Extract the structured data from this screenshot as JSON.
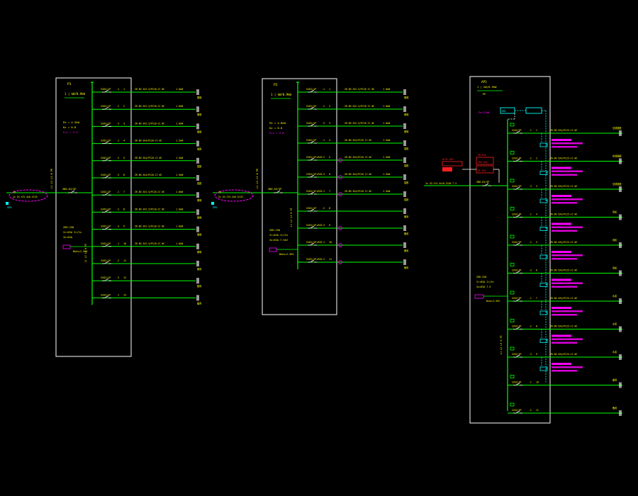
{
  "colors": {
    "background": "#000000",
    "frame": "#ffffff",
    "bus": "#00ff00",
    "feeder": "#00ff00",
    "text": "#ffff00",
    "magenta": "#ff00ff",
    "cyan": "#00ffff",
    "red": "#ff2020",
    "white": "#ffffff"
  },
  "panels": [
    {
      "id": "p1",
      "title": "P1",
      "rating": "1 | kW/0.9kW",
      "load_note": [
        "Pe = 4.3kW",
        "Kx = 0.8",
        "Pjs = 3.4"
      ],
      "incoming": "2x 2G-YJV-4x6-SC25",
      "meter_note": [
        "ZGR-250",
        "Ir=63A Ir/In",
        "In=63A"
      ],
      "spd_label": "Buhs=2.5KV",
      "spd_tag": "SPD",
      "vertical_note": "L1 L2 L3 N PE",
      "main_switch": "ZB6-63/3P",
      "circuits": [
        {
          "brk": "S262/1P",
          "ph": "-1",
          "no": "1",
          "cable": "ZR-BV-3X2.5/PC20-CC WC",
          "load": "1.0kW",
          "use": "照明"
        },
        {
          "brk": "S262/1P",
          "ph": "-2",
          "no": "2",
          "cable": "ZR-BV-3X2.5/PC20-CC WC",
          "load": "1.0kW",
          "use": "照明"
        },
        {
          "brk": "S262/1P",
          "ph": "-3",
          "no": "3",
          "cable": "ZR-BV-3X2.5/PC20-CC WC",
          "load": "1.0kW",
          "use": "照明"
        },
        {
          "brk": "S262/1P",
          "ph": "-1",
          "no": "4",
          "cable": "ZR-BV-3X4/PC20-CC WC",
          "load": "1.5kW",
          "use": "插座"
        },
        {
          "brk": "S262/1P",
          "ph": "-2",
          "no": "5",
          "cable": "ZR-BV-3X4/PC20-CC WC",
          "load": "1.5kW",
          "use": "插座"
        },
        {
          "brk": "S262/1P",
          "ph": "-3",
          "no": "6",
          "cable": "ZR-BV-3X4/PC20-CC WC",
          "load": "1.5kW",
          "use": "插座"
        },
        {
          "brk": "S262/1P",
          "ph": "-1",
          "no": "7",
          "cable": "ZR-BV-3X2.5/PC20-CC WC",
          "load": "1.0kW",
          "use": "照明"
        },
        {
          "brk": "S262/1P",
          "ph": "-2",
          "no": "8",
          "cable": "ZR-BV-3X2.5/PC20-CC WC",
          "load": "1.0kW",
          "use": "照明"
        },
        {
          "brk": "S262/1P",
          "ph": "-3",
          "no": "9",
          "cable": "ZR-BV-3X2.5/PC20-CC WC",
          "load": "1.0kW",
          "use": "照明"
        },
        {
          "brk": "S262/1P",
          "ph": "-1",
          "no": "10",
          "cable": "ZR-BV-3X2.5/PC20-CC WC",
          "load": "1.0kW",
          "use": "照明"
        },
        {
          "brk": "S262/1P",
          "ph": "-2",
          "no": "11",
          "cable": "",
          "load": "",
          "use": "备用"
        },
        {
          "brk": "S262/1P",
          "ph": "-3",
          "no": "12",
          "cable": "",
          "load": "",
          "use": "备用"
        },
        {
          "brk": "S262/1P",
          "ph": "-1",
          "no": "13",
          "cable": "",
          "load": "",
          "use": "备用"
        }
      ]
    },
    {
      "id": "p2",
      "title": "P2",
      "rating": "1 | kW/0.9kW",
      "load_note": [
        "Pe = 4.8kW",
        "Kx = 0.8",
        "Pjs = 3.8"
      ],
      "incoming": "2x 2G-YJV-4x6-SC25",
      "meter_note": [
        "ZGR-250",
        "Ir=63A Ir/In",
        "In=63A 7.5kV"
      ],
      "spd_label": "Buhs=2.5KV",
      "spd_tag": "SPD",
      "vertical_note": "L1 L2 L3 N PE",
      "main_switch": "ZB6-63/3P",
      "circuits": [
        {
          "brk": "S262/1P",
          "ph": "-1",
          "no": "1",
          "cable": "ZR-BV-3X2.5/PC20 CC WC",
          "load": "1.0kW",
          "use": "照明"
        },
        {
          "brk": "S262/1P",
          "ph": "-2",
          "no": "2",
          "cable": "ZR-BV-3X2.5/PC20 CC WC",
          "load": "1.0kW",
          "use": "照明"
        },
        {
          "brk": "S262/1P",
          "ph": "-3",
          "no": "3",
          "cable": "ZR-BV-3X2.5/PC20 CC WC",
          "load": "1.0kW",
          "use": "照明"
        },
        {
          "brk": "S262/1P",
          "ph": "-1",
          "no": "4",
          "cable": "ZR-BV-3X4/PC20 CC WC",
          "load": "1.5kW",
          "use": "插座"
        },
        {
          "brk": "S262/1P+RCD",
          "ph": "-2",
          "no": "5",
          "cable": "ZR-BV-3X4/PC20 CC WC",
          "load": "1.5kW",
          "use": "插座"
        },
        {
          "brk": "S262/1P+RCD",
          "ph": "-3",
          "no": "6",
          "cable": "ZR-BV-3X4/PC20 CC WC",
          "load": "1.5kW",
          "use": "插座"
        },
        {
          "brk": "S262/1P+RCD",
          "ph": "-1",
          "no": "7",
          "cable": "ZR-BV-3X4/PC20 CC WC",
          "load": "1.5kW",
          "use": "插座"
        },
        {
          "brk": "S262/1P",
          "ph": "-2",
          "no": "8",
          "cable": "",
          "load": "",
          "use": "备用"
        },
        {
          "brk": "S262/1P+RCD",
          "ph": "-3",
          "no": "9",
          "cable": "",
          "load": "",
          "use": "备用"
        },
        {
          "brk": "S262/1P+RCD",
          "ph": "-1",
          "no": "10",
          "cable": "",
          "load": "",
          "use": "备用"
        },
        {
          "brk": "S262/1P+RCD",
          "ph": "-2",
          "no": "11",
          "cable": "",
          "load": "",
          "use": "备用"
        }
      ]
    },
    {
      "id": "p3",
      "title": "AP1",
      "rating": "1 | kW/0.9kW",
      "sub": "PE",
      "load_note": [
        "Pe=12kW"
      ],
      "incoming": "2x 2G-YJV-4x16-SC40 7.5",
      "meter_note": [
        "ZGR-250",
        "Ir=63A Ir/In",
        "In=63A 7.5"
      ],
      "spd_label": "Buhs=2.5KV",
      "spd_tag": "SPD",
      "vertical_note": "L1 L2 L3 N PE",
      "main_switch": "ZB6-63/3P",
      "red_labels": [
        "ATSE-63A",
        "KM-63A",
        "ZB6-63A",
        "4P-63A"
      ],
      "cyan_label": "KM1",
      "circuits": [
        {
          "brk": "S262/3P",
          "ph": "-1",
          "no": "1",
          "cable": "ZR-BV-5X4/PC25-CC WC",
          "use": "空调插座"
        },
        {
          "brk": "S262/3P",
          "ph": "-2",
          "no": "2",
          "cable": "ZR-BV-5X4/PC25-CC WC",
          "use": "空调插座"
        },
        {
          "brk": "S262/3P",
          "ph": "-3",
          "no": "3",
          "cable": "ZR-BV-5X4/PC25-CC WC",
          "use": "空调插座"
        },
        {
          "brk": "S262/3P",
          "ph": "-1",
          "no": "4",
          "cable": "ZR-BV-5X4/PC25-CC WC",
          "use": "风机"
        },
        {
          "brk": "S262/3P",
          "ph": "-2",
          "no": "5",
          "cable": "ZR-BV-5X4/PC25-CC WC",
          "use": "风机"
        },
        {
          "brk": "S262/3P",
          "ph": "-3",
          "no": "6",
          "cable": "ZR-BV-5X4/PC25-CC WC",
          "use": "风机"
        },
        {
          "brk": "S262/3P",
          "ph": "-1",
          "no": "7",
          "cable": "ZR-BV-5X4/PC25-CC WC",
          "use": "水泵"
        },
        {
          "brk": "S262/3P",
          "ph": "-2",
          "no": "8",
          "cable": "ZR-BV-5X4/PC25-CC WC",
          "use": "水泵"
        },
        {
          "brk": "S262/3P",
          "ph": "-3",
          "no": "9",
          "cable": "ZR-BV-5X4/PC25-CC WC",
          "use": "水泵"
        },
        {
          "brk": "S262/3P",
          "ph": "-1",
          "no": "10",
          "cable": "",
          "use": "备用"
        },
        {
          "brk": "S262/3P",
          "ph": "-2",
          "no": "11",
          "cable": "",
          "use": "备用"
        }
      ]
    }
  ]
}
